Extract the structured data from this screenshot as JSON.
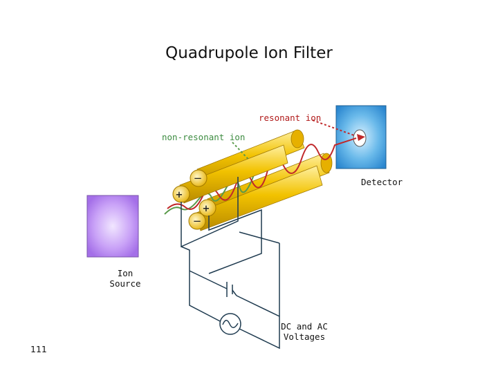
{
  "slide": {
    "title": "Quadrupole Ion Filter",
    "page_number": "111"
  },
  "labels": {
    "resonant_ion": "resonant ion",
    "non_resonant_ion": "non-resonant ion",
    "detector": "Detector",
    "ion_source_line1": "Ion",
    "ion_source_line2": "Source",
    "voltages_line1": "DC and AC",
    "voltages_line2": "Voltages"
  },
  "rod_polarity": {
    "top_rod": "−",
    "left_rod": "+",
    "right_rod": "+",
    "bottom_rod": "−"
  },
  "colors": {
    "rod": "#f2c200",
    "rod_highlight": "#fff0a0",
    "rod_shadow": "#b88a00",
    "detector_blue": "#2f8fd6",
    "ion_source_purple": "#b47ef0",
    "resonant_path": "#c0282a",
    "non_resonant_path": "#5a9a4a",
    "circuit_wire": "#1e3a4f"
  },
  "icons": {
    "dc_source": "battery-symbol",
    "ac_source": "sine-wave-source-symbol"
  }
}
